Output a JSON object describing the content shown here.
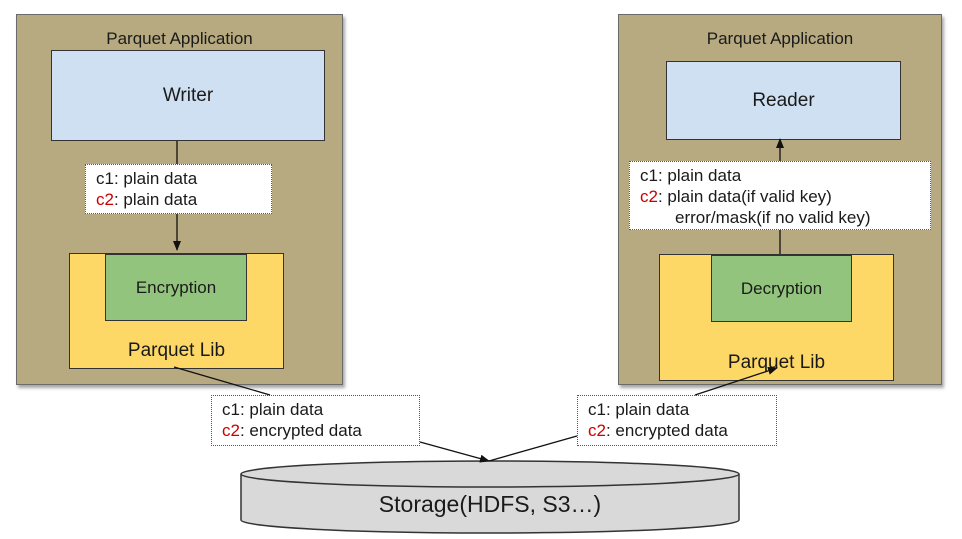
{
  "writer_app": {
    "title": "Parquet Application",
    "role_label": "Writer",
    "crypto_label": "Encryption",
    "lib_label": "Parquet Lib",
    "note": {
      "c1_key": "c1",
      "c1_text": ": plain data",
      "c2_key": "c2",
      "c2_text": ": plain data"
    }
  },
  "reader_app": {
    "title": "Parquet Application",
    "role_label": "Reader",
    "crypto_label": "Decryption",
    "lib_label": "Parquet Lib",
    "note": {
      "c1_key": "c1",
      "c1_text": ": plain data",
      "c2_key": "c2",
      "c2_text": ": plain data(if valid key)",
      "c2_text_2": "error/mask(if no valid key)"
    }
  },
  "write_path_note": {
    "c1_key": "c1",
    "c1_text": ": plain data",
    "c2_key": "c2",
    "c2_text": ": encrypted data"
  },
  "read_path_note": {
    "c1_key": "c1",
    "c1_text": ": plain data",
    "c2_key": "c2",
    "c2_text": ": encrypted data"
  },
  "storage": {
    "label": "Storage(HDFS, S3…)"
  },
  "colors": {
    "app_panel": "#b7aa80",
    "role_box": "#cfe0f2",
    "parquet_lib": "#fdd866",
    "crypto_box": "#93c47d",
    "encrypted_column_key": "#cc0000",
    "storage_fill": "#d9d9d9"
  }
}
